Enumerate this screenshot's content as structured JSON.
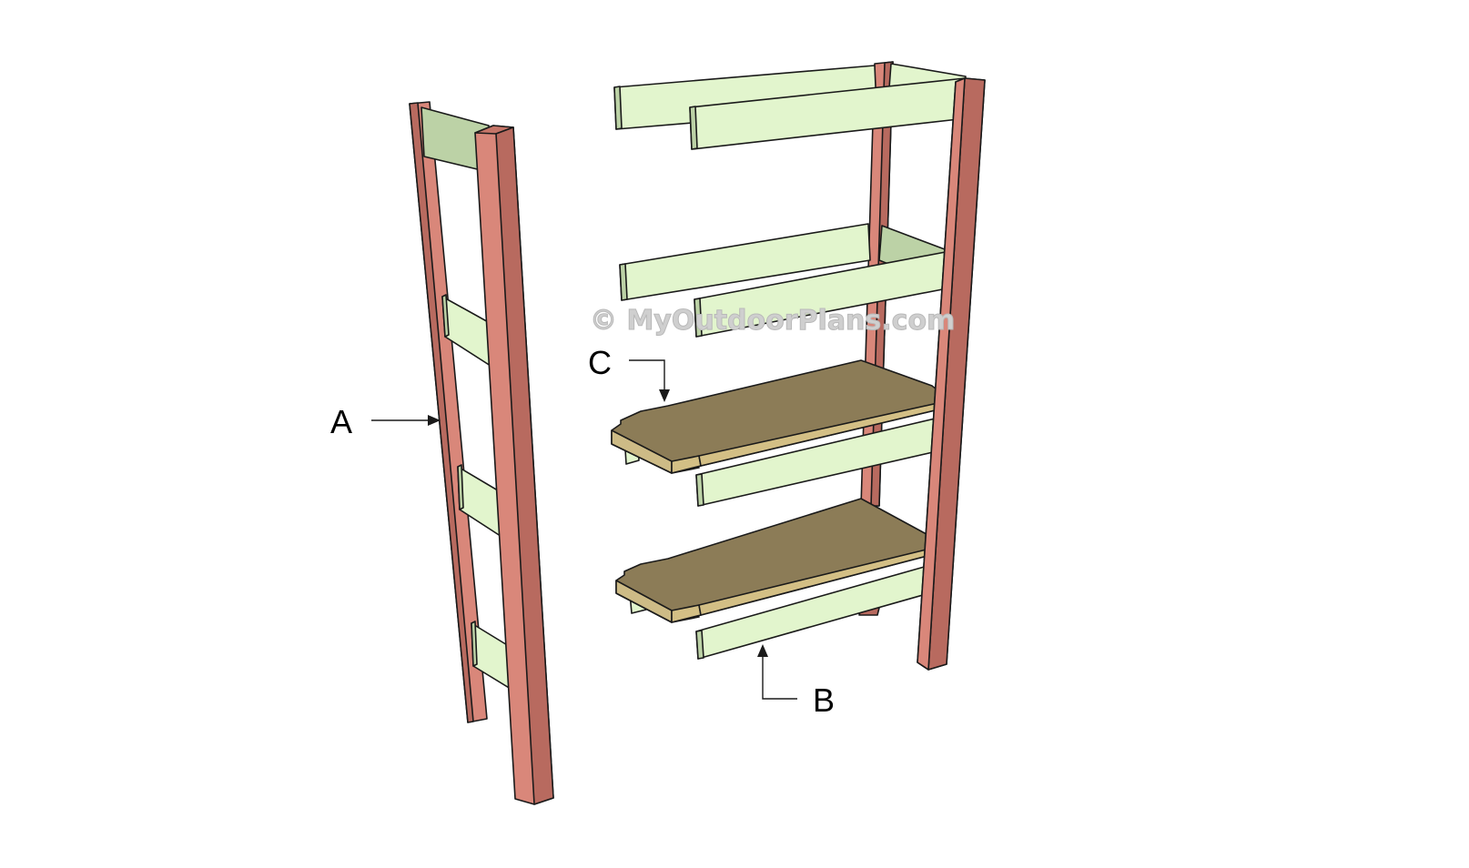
{
  "watermark": "© MyOutdoorPlans.com",
  "labels": {
    "a": "A",
    "b": "B",
    "c": "C"
  },
  "colors": {
    "leg": "#d9877a",
    "leg_side": "#b86a5f",
    "slat": "#e2f5cd",
    "slat_side": "#bcd2a6",
    "board": "#8c7c57",
    "board_edge": "#d3bf85",
    "line": "#1a1a1a"
  }
}
